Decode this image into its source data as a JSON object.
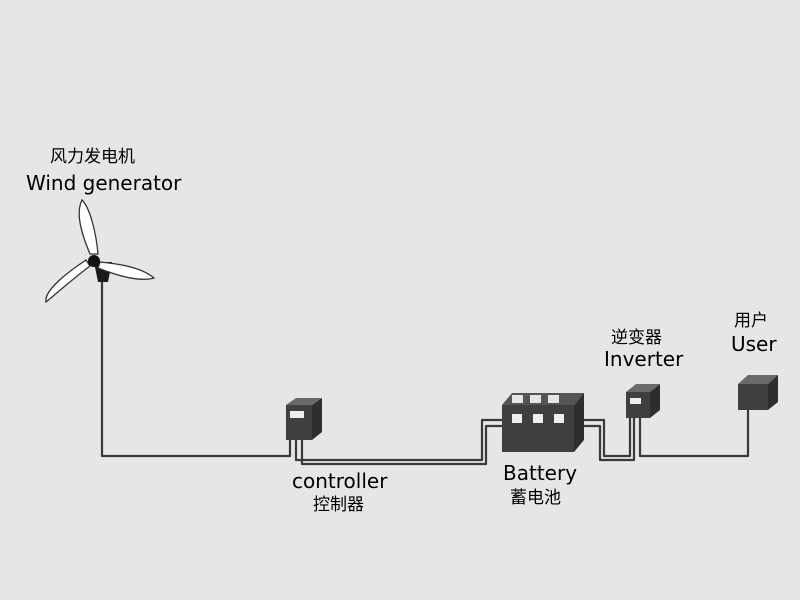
{
  "components": {
    "wind_generator": {
      "label_cn": "风力发电机",
      "label_en": "Wind generator"
    },
    "controller": {
      "label_en": "controller",
      "label_cn": "控制器"
    },
    "battery": {
      "label_en": "Battery",
      "label_cn": "蓄电池"
    },
    "inverter": {
      "label_cn": "逆变器",
      "label_en": "Inverter"
    },
    "user": {
      "label_cn": "用户",
      "label_en": "User"
    }
  },
  "colors": {
    "background": "#e6e6e6",
    "wire": "#3a3a3a",
    "device_dark": "#3f3f3f",
    "device_light": "#555555",
    "blade": "#ffffff",
    "blade_edge": "#333333"
  }
}
